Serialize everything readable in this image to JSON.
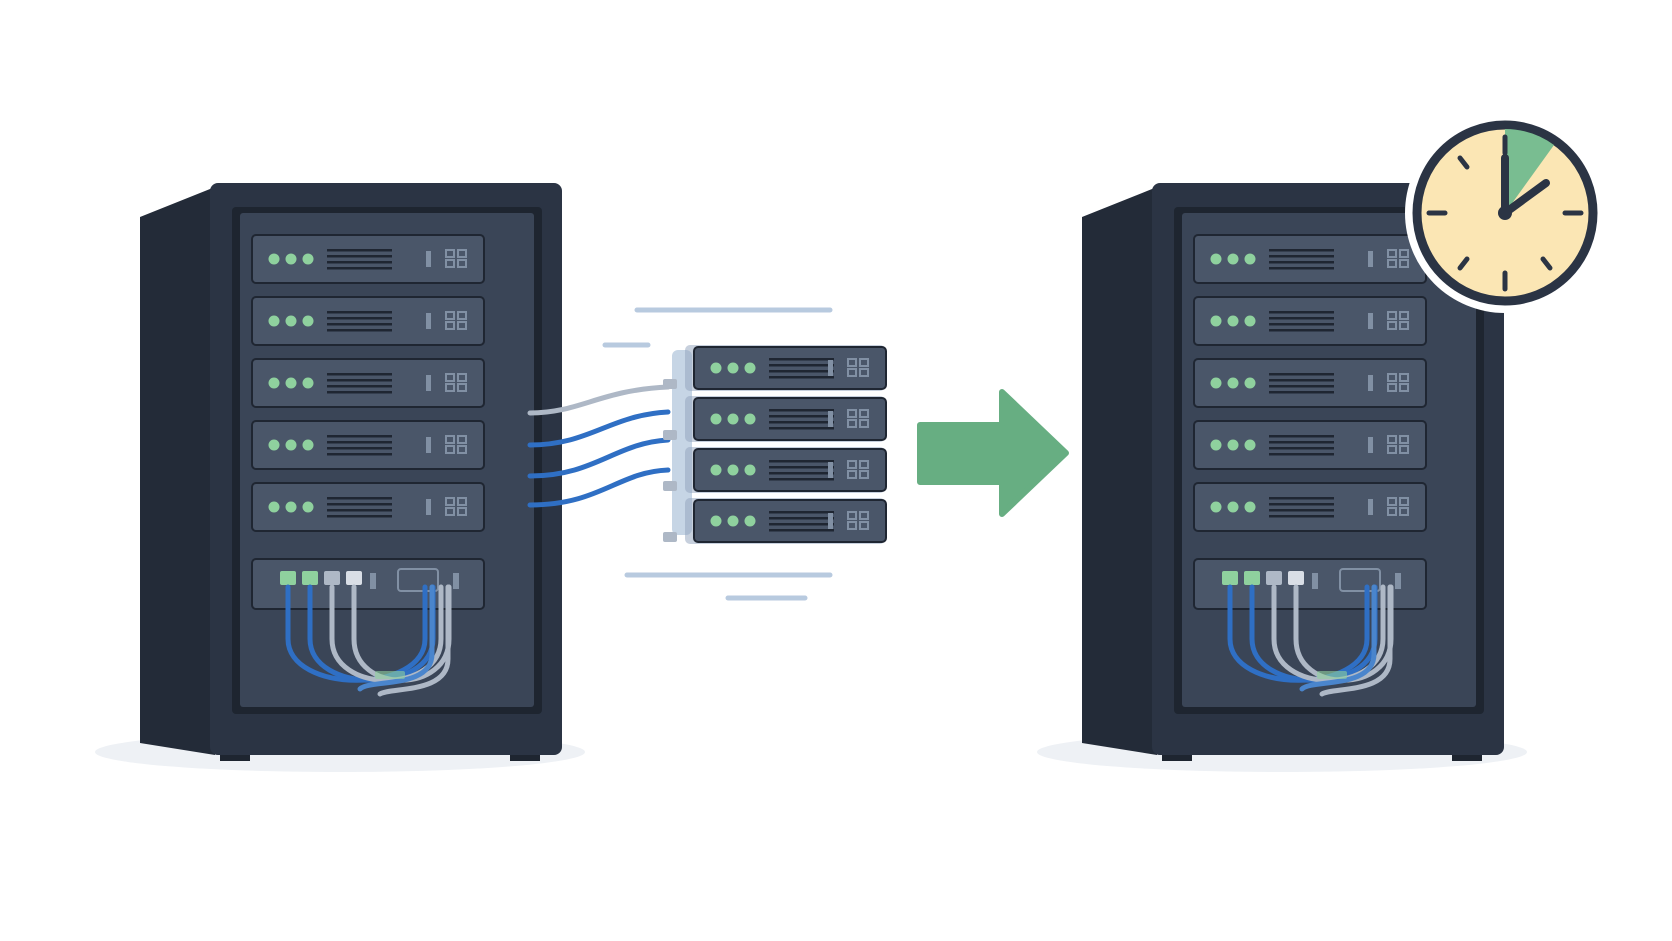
{
  "scene": {
    "background": "#ffffff",
    "source_rack": {
      "name": "source-server-rack",
      "server_units": 5,
      "led_color": "#8fd19e",
      "cable_colors": [
        "#2f6fc4",
        "#2f6fc4",
        "#aeb8c6",
        "#aeb8c6",
        "#4a85cc",
        "#aeb8c6"
      ]
    },
    "migrating_servers": {
      "name": "migrating-server-stack",
      "server_units": 4,
      "cable_colors": [
        "#aeb8c6",
        "#2f6fc4",
        "#2f6fc4",
        "#2f6fc4"
      ]
    },
    "arrow": {
      "name": "arrow-right-icon",
      "color": "#67ae82"
    },
    "target_rack": {
      "name": "target-server-rack",
      "server_units": 5,
      "led_color": "#8fd19e"
    },
    "clock": {
      "name": "clock-icon",
      "face_color": "#fbe6b4",
      "elapsed_color": "#79bd91",
      "rim_color": "#2b3444"
    },
    "palette": {
      "rack_dark": "#2b3444",
      "rack_mid": "#3a4557",
      "rack_side": "#232b38",
      "unit_face": "#4a5669",
      "shadow": "#eef1f5",
      "motion_line": "#b8cadf"
    }
  }
}
